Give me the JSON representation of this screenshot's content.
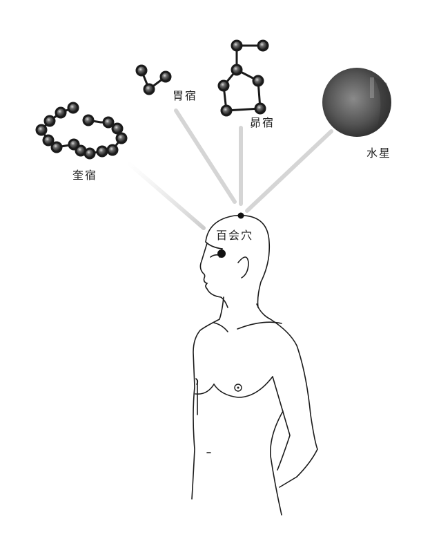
{
  "labels": {
    "kui": "奎宿",
    "wei": "胃宿",
    "mao": "昴宿",
    "mercury": "水星",
    "baihui": "百会穴"
  },
  "colors": {
    "bead": "#2b2b2b",
    "line": "#1a1a1a",
    "beam": "#bdbdbd",
    "planet": "#5a5a5a"
  }
}
